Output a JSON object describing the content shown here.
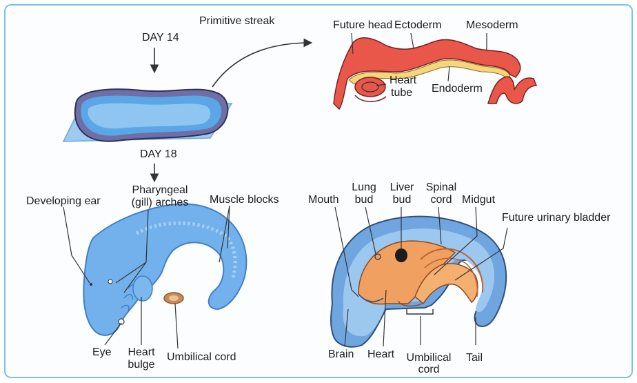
{
  "labels": {
    "day14": "DAY 14",
    "primitive_streak": "Primitive streak",
    "future_head": "Future head",
    "ectoderm": "Ectoderm",
    "mesoderm": "Mesoderm",
    "heart_tube_1": "Heart",
    "heart_tube_2": "tube",
    "endoderm": "Endoderm",
    "day18": "DAY 18",
    "developing_ear": "Developing ear",
    "pharyngeal_1": "Pharyngeal",
    "pharyngeal_2": "(gill) arches",
    "muscle_blocks": "Muscle blocks",
    "eye": "Eye",
    "heart_bulge_1": "Heart",
    "heart_bulge_2": "bulge",
    "umbilical_cord_left": "Umbilical cord",
    "mouth": "Mouth",
    "lung_bud_1": "Lung",
    "lung_bud_2": "bud",
    "liver_bud_1": "Liver",
    "liver_bud_2": "bud",
    "spinal_cord_1": "Spinal",
    "spinal_cord_2": "cord",
    "midgut": "Midgut",
    "future_urinary_bladder": "Future urinary bladder",
    "brain": "Brain",
    "heart_right": "Heart",
    "umbilical_cord_right_1": "Umbilical",
    "umbilical_cord_right_2": "cord",
    "tail": "Tail"
  },
  "colors": {
    "frame": "#7cc1e6",
    "embryo_blue": "#72b1ec",
    "embryo_blue_dark": "#3f7fc8",
    "ectoderm_red": "#e8574a",
    "endoderm_yellow": "#f3d67e",
    "orange_body": "#f0a060",
    "line": "#333333"
  }
}
